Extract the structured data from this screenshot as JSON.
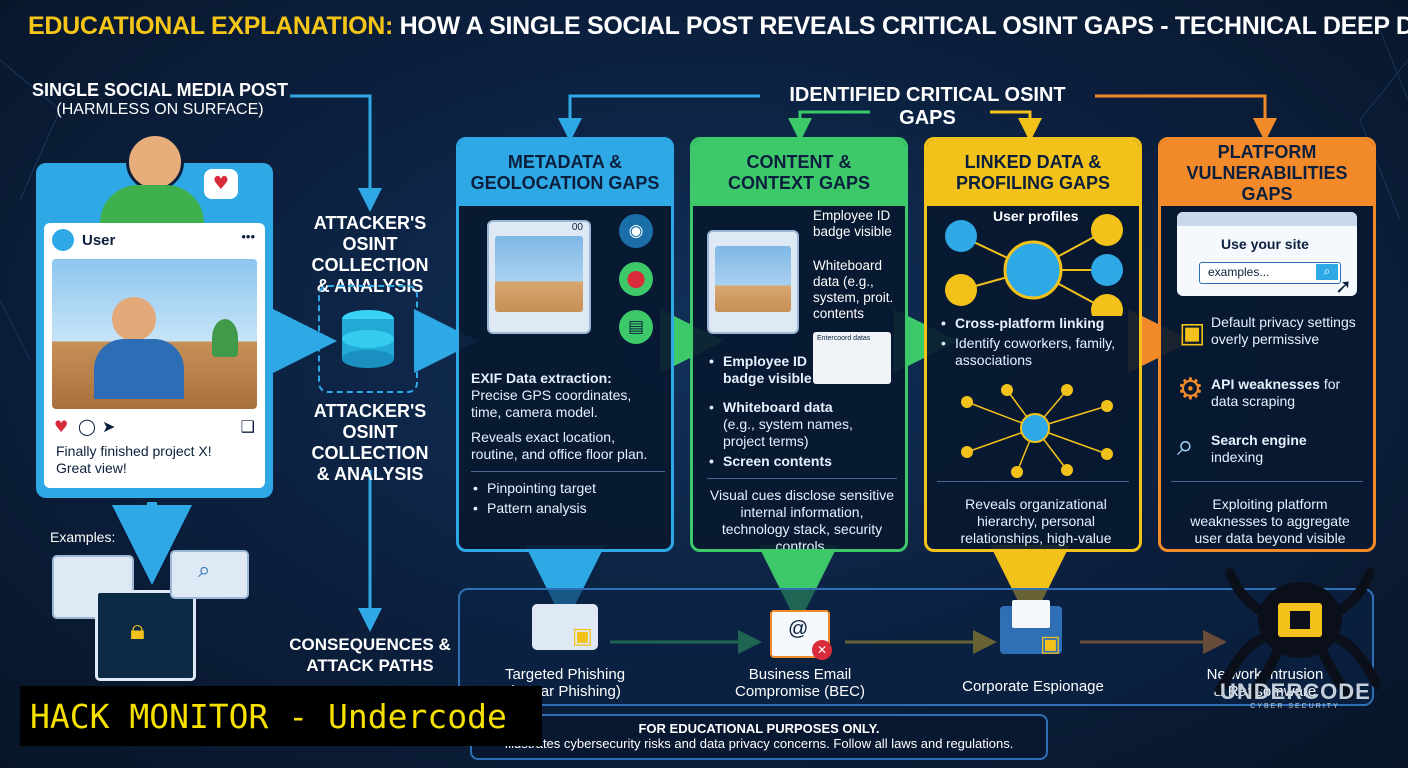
{
  "title": {
    "highlight": "EDUCATIONAL EXPLANATION:",
    "rest": " HOW A SINGLE SOCIAL POST REVEALS CRITICAL OSINT GAPS - TECHNICAL DEEP DIVE"
  },
  "source": {
    "heading": "SINGLE SOCIAL MEDIA POST",
    "sub": "(HARMLESS ON SURFACE)",
    "username": "User",
    "menu": "•••",
    "caption": "Finally finished project X!\nGreat view!",
    "examples_label": "Examples:"
  },
  "attacker": {
    "label_top": "ATTACKER'S\nOSINT COLLECTION\n& ANALYSIS",
    "label_bottom": "ATTACKER'S\nOSINT COLLECTION\n& ANALYSIS",
    "consequences": "CONSEQUENCES &\nATTACK PATHS"
  },
  "gaps_heading": "IDENTIFIED CRITICAL OSINT GAPS",
  "cards": {
    "metadata": {
      "title": "METADATA &\nGEOLOCATION GAPS",
      "thumb_badge": "00",
      "exif_title": "EXIF Data extraction:",
      "exif_text": "Precise GPS coordinates, time, camera model.",
      "reveals": "Reveals exact location, routine, and office floor plan.",
      "bullets": [
        "Pinpointing target",
        "Pattern analysis"
      ]
    },
    "content": {
      "title": "CONTENT &\nCONTEXT GAPS",
      "callout1": "Employee ID\nbadge visible",
      "callout2": "Whiteboard\ndata  (e.g.,\nsystem, proit.\ncontents",
      "monitor_text": "Entercoord datas",
      "item1": "Employee ID\nbadge visible",
      "item2_title": "Whiteboard data",
      "item2_text": "(e.g., system names,\nproject terms)",
      "item3": "Screen contents",
      "footer": "Visual cues disclose sensitive internal information, technology stack, security controls."
    },
    "linked": {
      "title": "LINKED DATA &\nPROFILING GAPS",
      "profiles_label": "User profiles",
      "point1": "Cross-platform linking",
      "point2": "Identify coworkers, family, associations",
      "footer": "Reveals organizational hierarchy, personal relationships, high-value targets."
    },
    "platform": {
      "title": "PLATFORM\nVULNERABILITIES GAPS",
      "site_text": "Use your site",
      "search_placeholder": "examples...",
      "item1": "Default privacy settings overly permissive",
      "item2_title": "API weaknesses",
      "item2_text": " for data scraping",
      "item3_title": "Search engine",
      "item3_text": "indexing",
      "footer": "Exploiting platform weaknesses to aggregate user data beyond visible posts."
    }
  },
  "consequences": {
    "phishing": "Targeted Phishing\n(Spear Phishing)",
    "bec": "Business Email\nCompromise (BEC)",
    "espionage": "Corporate Espionage",
    "intrusion": "Network Intrusion\n& Ransomware"
  },
  "disclaimer": {
    "line1": "FOR EDUCATIONAL PURPOSES ONLY.",
    "line2": "Illustrates cybersecurity risks and data privacy concerns. Follow all laws and regulations."
  },
  "banner": "HACK MONITOR - Undercode",
  "logo": {
    "name": "UNDERCODE",
    "tag": "CYBER SECURITY"
  },
  "colors": {
    "blue": "#2fa8e6",
    "green": "#3dc86a",
    "yellow": "#f2c21b",
    "orange": "#f28a2a",
    "background": "#0b1f3d"
  },
  "icons": [
    "heart-icon",
    "camera-icon",
    "location-pin-icon",
    "map-icon",
    "database-icon",
    "lock-icon",
    "gear-icon",
    "search-icon",
    "envelope-icon",
    "folder-icon",
    "cursor-icon"
  ]
}
